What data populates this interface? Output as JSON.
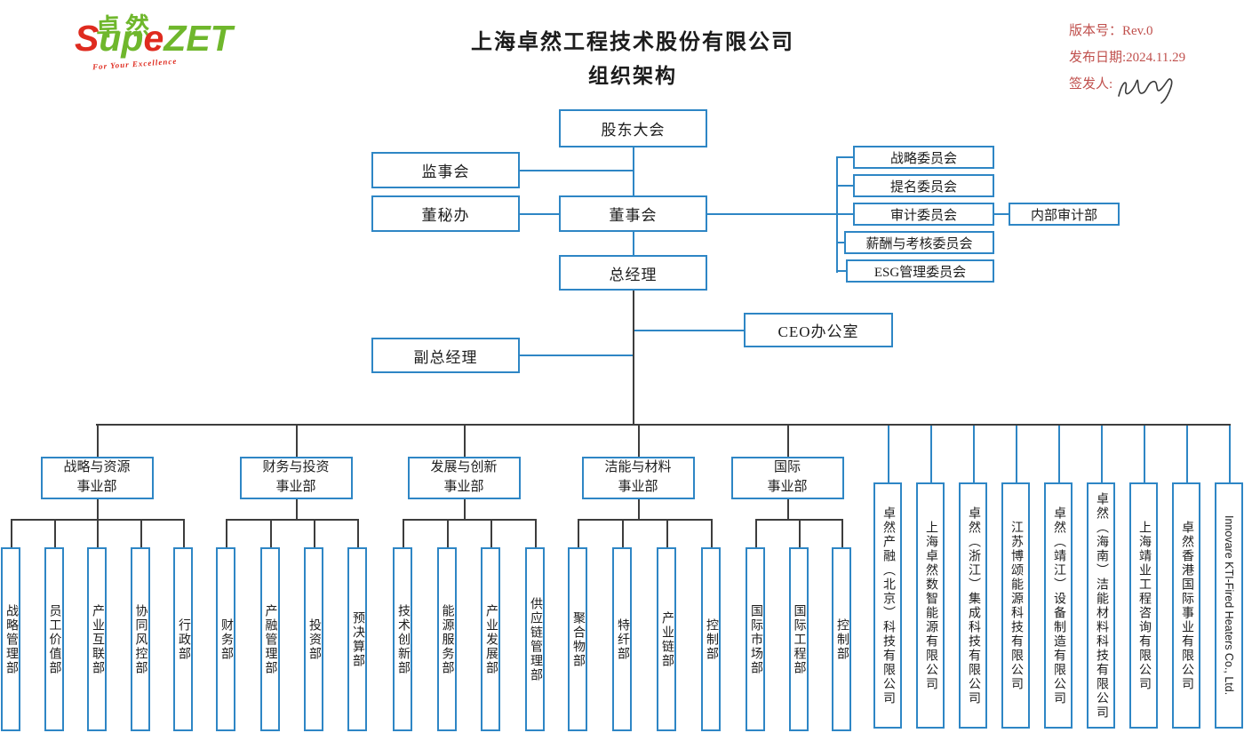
{
  "header": {
    "logo": {
      "chinese": "卓然",
      "brand": "SupeZET",
      "tagline": "For Your Excellence"
    },
    "title_line1": "上海卓然工程技术股份有限公司",
    "title_line2": "组织架构",
    "meta": {
      "version": "版本号：Rev.0",
      "publish_date": "发布日期:2024.11.29",
      "signer_label": "签发人:"
    }
  },
  "org": {
    "shareholders_meeting": "股东大会",
    "supervisory_board": "监事会",
    "board_secretary_office": "董秘办",
    "board_of_directors": "董事会",
    "general_manager": "总经理",
    "ceo_office": "CEO办公室",
    "deputy_general_manager": "副总经理",
    "committees": [
      "战略委员会",
      "提名委员会",
      "审计委员会",
      "薪酬与考核委员会",
      "ESG管理委员会"
    ],
    "internal_audit": "内部审计部",
    "divisions": [
      {
        "name": [
          "战略与资源",
          "事业部"
        ],
        "children": [
          "战略管理部",
          "员工价值部",
          "产业互联部",
          "协同风控部",
          "行政部"
        ]
      },
      {
        "name": [
          "财务与投资",
          "事业部"
        ],
        "children": [
          "财务部",
          "产融管理部",
          "投资部",
          "预决算部"
        ]
      },
      {
        "name": [
          "发展与创新",
          "事业部"
        ],
        "children": [
          "技术创新部",
          "能源服务部",
          "产业发展部",
          "供应链管理部"
        ]
      },
      {
        "name": [
          "洁能与材料",
          "事业部"
        ],
        "children": [
          "聚合物部",
          "特纤部",
          "产业链部",
          "控制部"
        ]
      },
      {
        "name": [
          "国际",
          "事业部"
        ],
        "children": [
          "国际市场部",
          "国际工程部",
          "控制部"
        ]
      }
    ],
    "subsidiaries": [
      "卓然产融（北京）科技有限公司",
      "上海卓然数智能源有限公司",
      "卓然（浙江）集成科技有限公司",
      "江苏博颂能源科技有限公司",
      "卓然（靖江）设备制造有限公司",
      "卓然（海南）洁能材料科技有限公司",
      "上海靖业工程咨询有限公司",
      "卓然香港国际事业有限公司",
      "Innovare KTI-Fired Heaters Co., Ltd."
    ]
  },
  "colors": {
    "accent_blue": "#2e86c5",
    "line_black": "#3d3d3d",
    "meta_red": "#c0504d",
    "logo_green": "#6fb72c",
    "logo_red": "#df2b1f"
  }
}
